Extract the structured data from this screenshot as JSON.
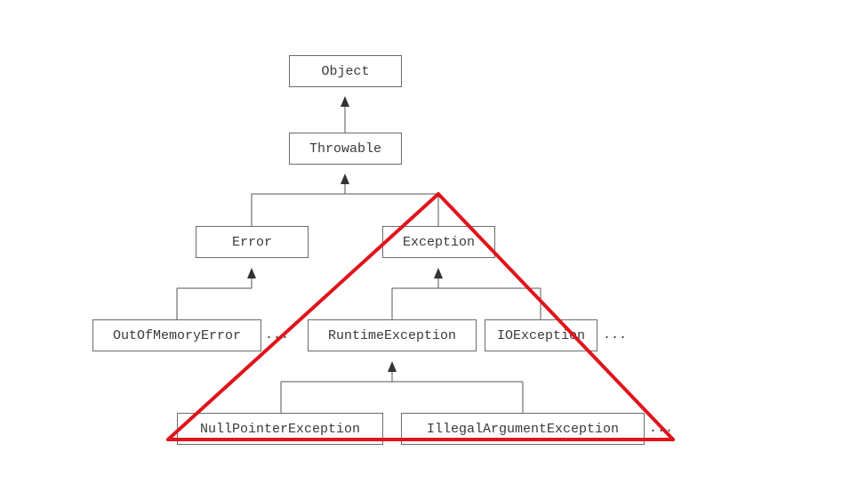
{
  "nodes": {
    "object": "Object",
    "throwable": "Throwable",
    "error": "Error",
    "exception": "Exception",
    "out_of_memory_error": "OutOfMemoryError",
    "runtime_exception": "RuntimeException",
    "io_exception": "IOException",
    "null_pointer_exception": "NullPointerException",
    "illegal_argument_exception": "IllegalArgumentException"
  },
  "ellipses": {
    "after_out_of_memory_error": "...",
    "after_io_exception": "...",
    "after_illegal_argument_exception": "..."
  },
  "colors": {
    "line": "#555555",
    "box_border": "#6b6b6b",
    "text": "#3a3a3a",
    "highlight_triangle": "#e0141c"
  }
}
